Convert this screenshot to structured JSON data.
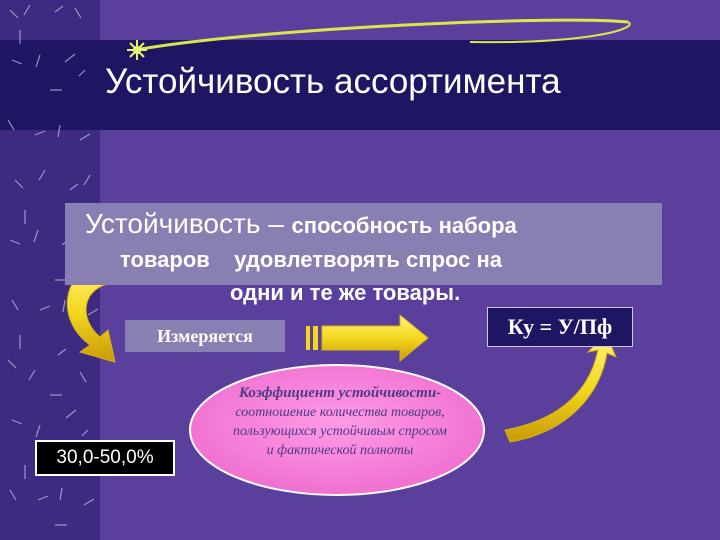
{
  "title": "Устойчивость ассортимента",
  "definition": {
    "term": "Устойчивость –",
    "line1_rest": "способность набора",
    "line2": "товаров    удовлетворять спрос на",
    "line3": "одни и те же товары."
  },
  "measured_label": "Измеряется",
  "formula": "Ку = У/Пф",
  "percent_range": "30,0-50,0%",
  "coefficient": {
    "heading": "Коэффициент устойчивости-",
    "lines": [
      "соотношение количества товаров,",
      "пользующихся устойчивым спросом",
      "и фактической полноты"
    ]
  },
  "colors": {
    "background": "#5b3f9c",
    "title_bar": "#1f1663",
    "box": "#8a7fb3",
    "arrow_yellow": "#f4e63a",
    "ellipse_pink": "#f47fd8",
    "accent_curve": "#d8e84b"
  }
}
